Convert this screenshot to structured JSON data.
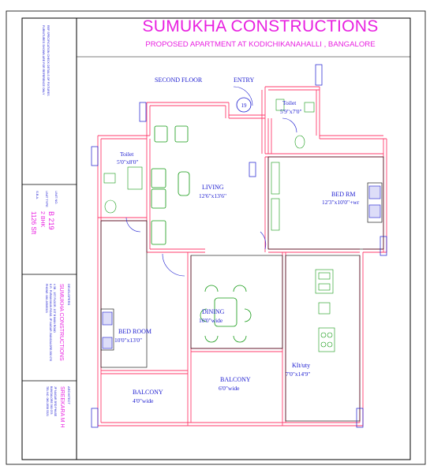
{
  "header": {
    "company": "SUMUKHA CONSTRUCTIONS",
    "subtitle": "PROPOSED APARTMENT AT KODICHIKANAHALLI , BANGALORE"
  },
  "plan": {
    "floor": "SECOND FLOOR",
    "entry": "ENTRY",
    "unit_marker": "19",
    "rooms": [
      {
        "name": "Toilet",
        "size": "5'9\"x7'0\""
      },
      {
        "name": "Toilet",
        "size": "5'0\"x8'0\""
      },
      {
        "name": "LIVING",
        "size": "12'6\"x13'6\""
      },
      {
        "name": "BED RM",
        "size": "12'3\"x10'0\"+wr"
      },
      {
        "name": "DINING",
        "size": "10'0\"wide"
      },
      {
        "name": "BED ROOM",
        "size": "10'0\"x13'0\""
      },
      {
        "name": "BALCONY",
        "size": "6'0\"wide"
      },
      {
        "name": "BALCONY",
        "size": "4'0\"wide"
      },
      {
        "name": "KIt/uty",
        "size": "7'0\"x14'9\""
      }
    ]
  },
  "sidebar": {
    "note_1": "REF SPECIFICATION CHECK DETAILS OF FIXTURES",
    "note_2": "FURNITURES SHOWN ARE FOR REFERENCE ONLY",
    "unit_no_label": "UNIT NO.",
    "unit_no": "B  219",
    "unit_type_label": "UNIT TYPE",
    "unit_type": "2 BHK",
    "sba_label": "S.B.A.",
    "sba": "1126 Sft",
    "developers_label": "DEVELOPERS",
    "developer_name": "SUMUKHA CONSTRUCTIONS",
    "dev_addr_1": "# 3B , 1ST FLOOR, 1ST B MAIN ROAD",
    "dev_addr_2": "K.R. PURAM MAIN ROAD, JP NAGAR, BANGALORE-560 076",
    "dev_phone": "PHONE: 080-26585321",
    "architect_label": "ARCHITECT",
    "architect_name": "SREEKARA M H",
    "arch_addr_1": "JP NAGAR 3RD PHASE",
    "arch_addr_2": "BANGALORE 560 078",
    "arch_phone": "TEL NO. 080-2658 5321"
  }
}
